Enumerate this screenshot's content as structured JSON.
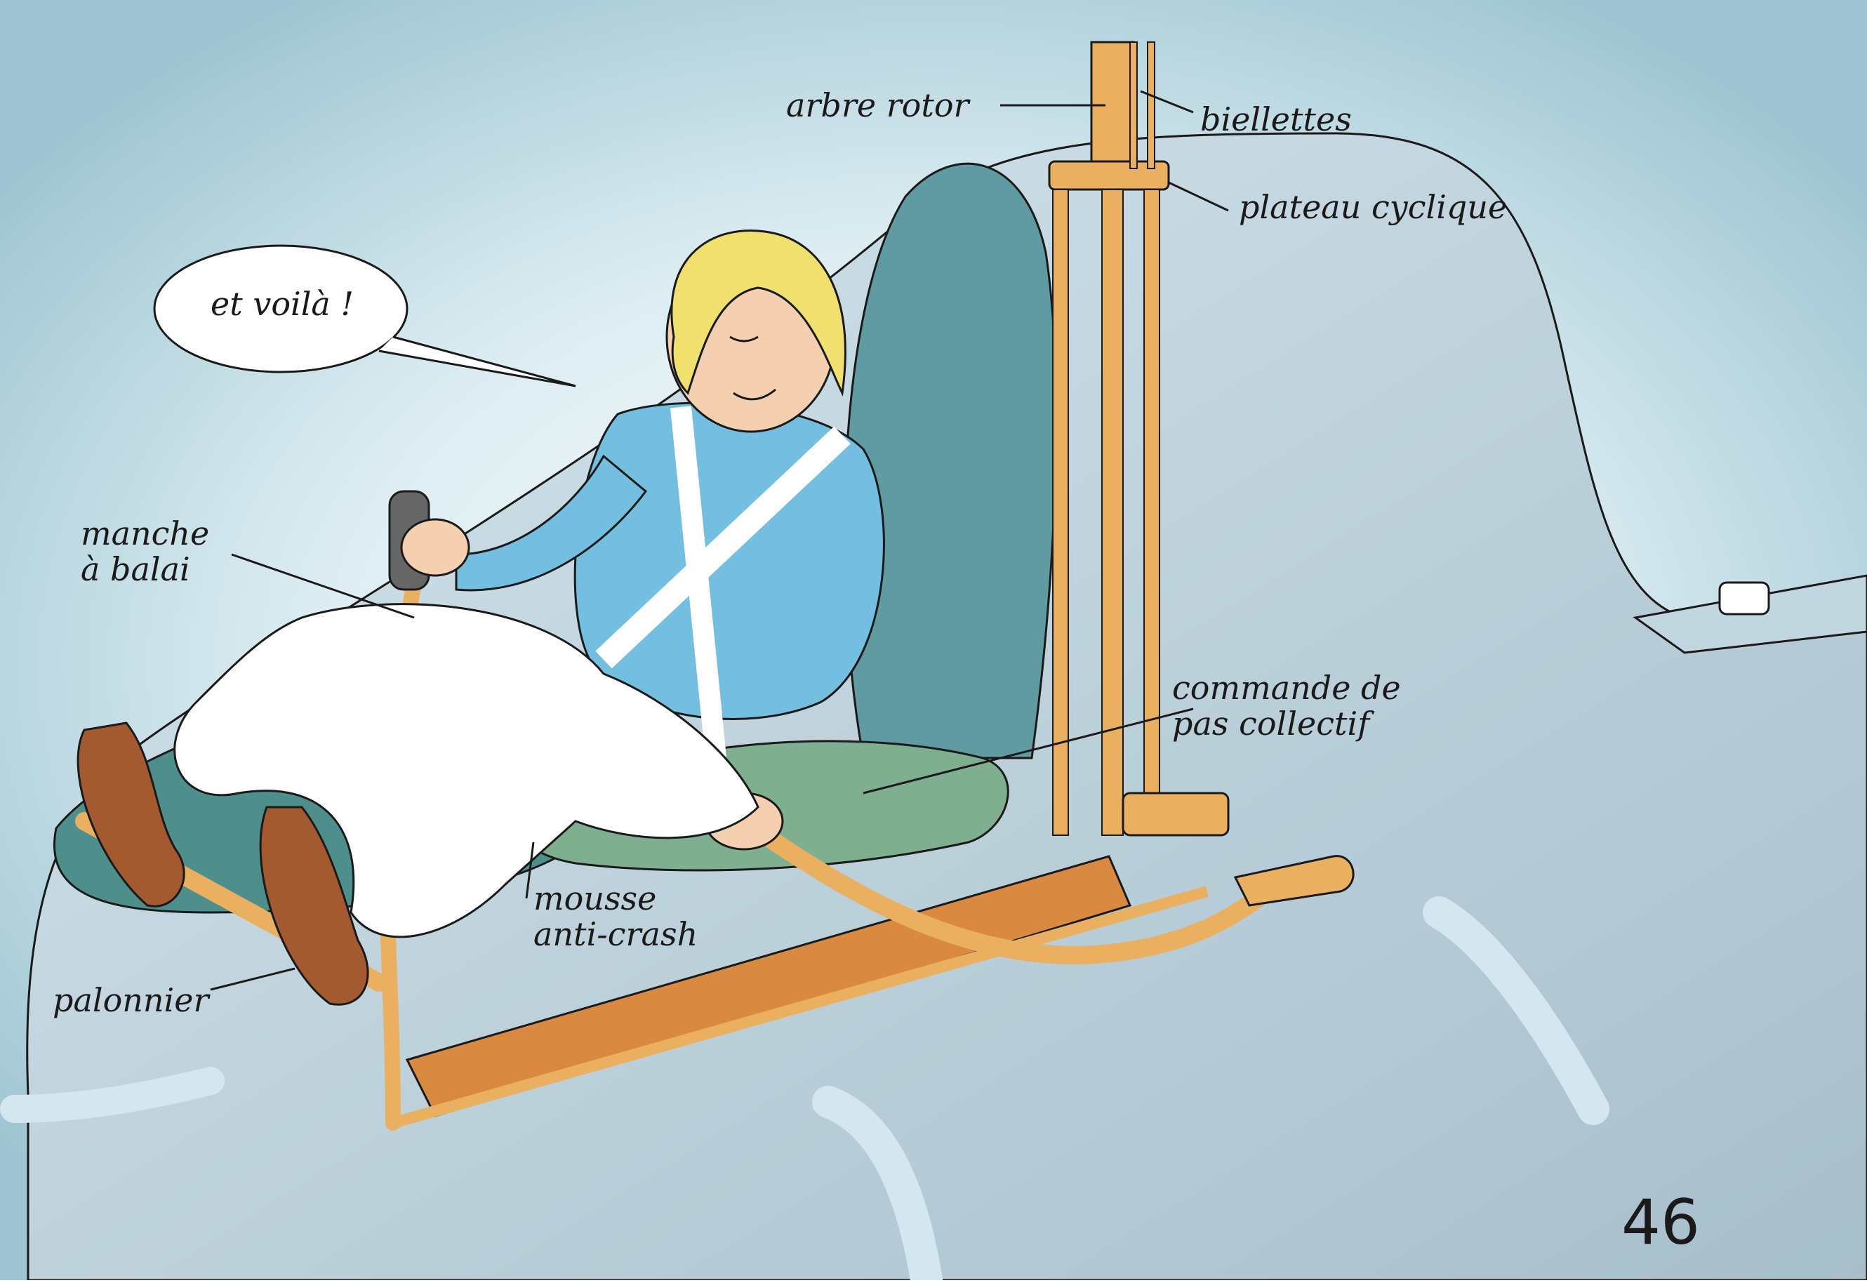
{
  "speech": {
    "text": "et voilà !"
  },
  "labels": {
    "rotor_shaft": "arbre rotor",
    "links": "biellettes",
    "swashplate": "plateau cyclique",
    "cyclic_stick": "manche\nà balai",
    "collective": "commande de\npas collectif",
    "foam": "mousse\nanti-crash",
    "pedals": "palonnier"
  },
  "page_number": "46",
  "colors": {
    "background_glow": "#bcd9e2",
    "cabin": "#c6d9e1",
    "cabin_shadow": "#a9c1cc",
    "rear_window": "#5f9ba0",
    "seat_cushion": "#7fae90",
    "floor": "#4e8f8b",
    "control_rods": "#e8b060",
    "collective_tube": "#d98a40",
    "shirt": "#74bfe0",
    "trousers": "#ffffff",
    "hair": "#f0e070",
    "skin": "#f4d0b0",
    "shoes": "#a45a30",
    "skid_tubes": "#d5e6ee",
    "ink": "#1a1a1a"
  }
}
